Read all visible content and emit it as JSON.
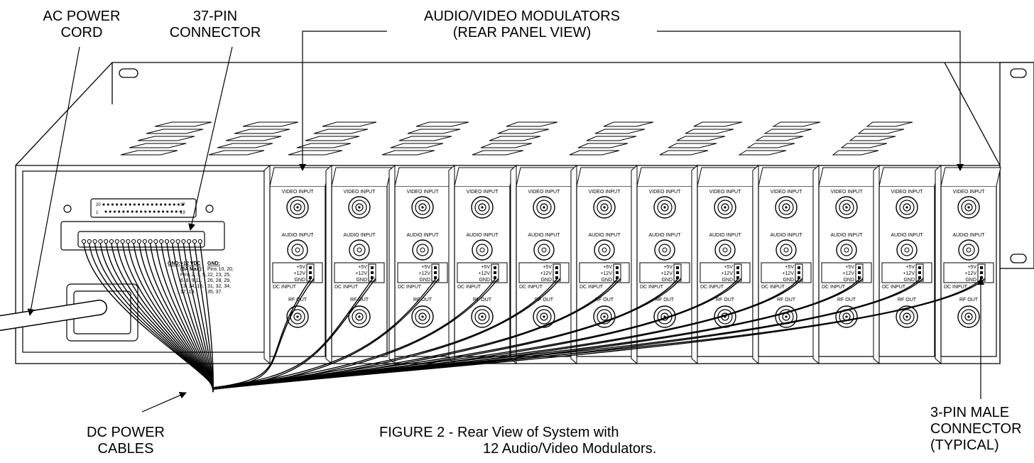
{
  "callouts": {
    "ac_power_cord": [
      "AC POWER",
      "CORD"
    ],
    "pin37_connector": [
      "37-PIN",
      "CONNECTOR"
    ],
    "modulators_title": [
      "AUDIO/VIDEO MODULATORS",
      "(REAR PANEL VIEW)"
    ],
    "dc_power_cables": [
      "DC POWER",
      "CABLES"
    ],
    "three_pin_connector": [
      "3-PIN MALE",
      "CONNECTOR",
      "(TYPICAL)"
    ]
  },
  "caption": [
    "FIGURE 2 - Rear View of System with",
    "12 Audio/Video Modulators."
  ],
  "db37": {
    "pin_20": "20",
    "pin_1": "1",
    "pin_37": "37",
    "pin_19": "19"
  },
  "power_table": {
    "gnd_col_a_head": "GND:",
    "v12_head": "+12 VDC",
    "v12_sub": "(3A Max):",
    "v12_lines": [
      "Pins 2, 3, 5,",
      "6, 8, 9,11,",
      "13, 14, 16,",
      "17, 19."
    ],
    "gnd_head": "GND:",
    "gnd_lines": [
      "Pins 10, 20,",
      "22, 23, 25,",
      "26, 28, 29,",
      "31, 32, 34,",
      "35, 37."
    ]
  },
  "module_labels": {
    "video_input": "VIDEO INPUT",
    "audio_input": "AUDIO INPUT",
    "plus5v": "+5V",
    "plus12v": "+12V",
    "gnd": "GND",
    "dc_input": "DC INPUT",
    "rf_out": "RF OUT"
  },
  "modulator_count": 12
}
